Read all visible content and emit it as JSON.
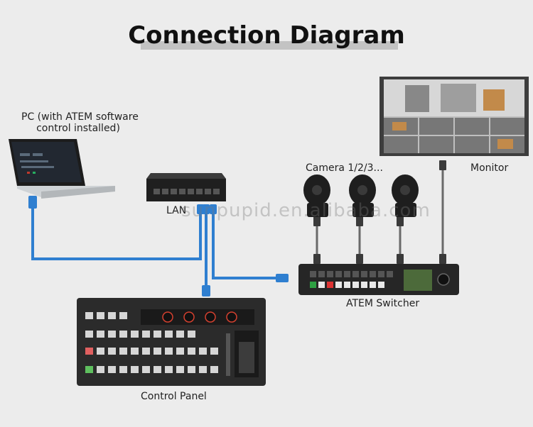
{
  "title": "Connection Diagram",
  "labels": {
    "pc": "PC (with ATEM software\ncontrol installed)",
    "pc_line1": "PC (with ATEM software",
    "pc_line2": "control installed)",
    "lan": "LAN",
    "cameras": "Camera 1/2/3...",
    "monitor": "Monitor",
    "switcher": "ATEM Switcher",
    "control_panel": "Control Panel"
  },
  "watermark": "sunpupid.en.alibaba.com",
  "colors": {
    "background": "#ececec",
    "ethernet_cable": "#2f7fd0",
    "video_cable": "#6a6a6a",
    "device_dark": "#2a2a2a",
    "title_bar": "#c3c3c3"
  }
}
